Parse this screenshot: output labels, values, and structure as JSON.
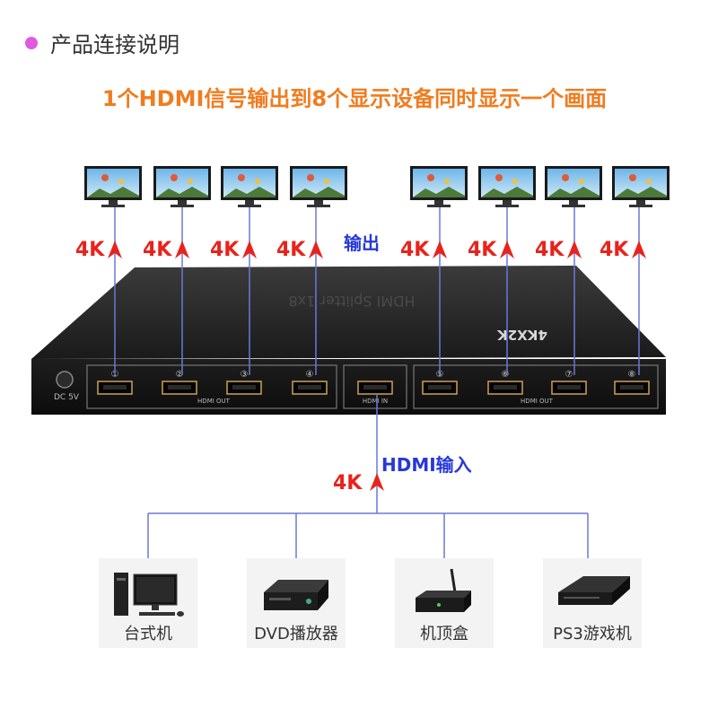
{
  "header": {
    "section_title": "产品连接说明",
    "headline": "1个HDMI信号输出到8个显示设备同时显示一个画面"
  },
  "labels": {
    "output": "输出",
    "input": "HDMI输入",
    "resolution": "4K"
  },
  "device_text": {
    "brand_line": "HDMI Splitter 1x8",
    "badge": "4KX2K",
    "dc": "DC 5V",
    "hdmi_out": "HDMI OUT",
    "hdmi_in": "HDMI IN",
    "ports": [
      "①",
      "②",
      "③",
      "④",
      "⑤",
      "⑥",
      "⑦",
      "⑧"
    ]
  },
  "sources": [
    {
      "label": "台式机",
      "icon": "desktop-computer-icon"
    },
    {
      "label": "DVD播放器",
      "icon": "dvd-player-icon"
    },
    {
      "label": "机顶盒",
      "icon": "set-top-box-icon"
    },
    {
      "label": "PS3游戏机",
      "icon": "game-console-icon"
    }
  ],
  "colors": {
    "accent_orange": "#f07c1f",
    "arrow_red": "#e8231c",
    "text_blue": "#2638d8",
    "line_blue": "#6a78d8",
    "bullet_pink": "#e05ae0"
  }
}
